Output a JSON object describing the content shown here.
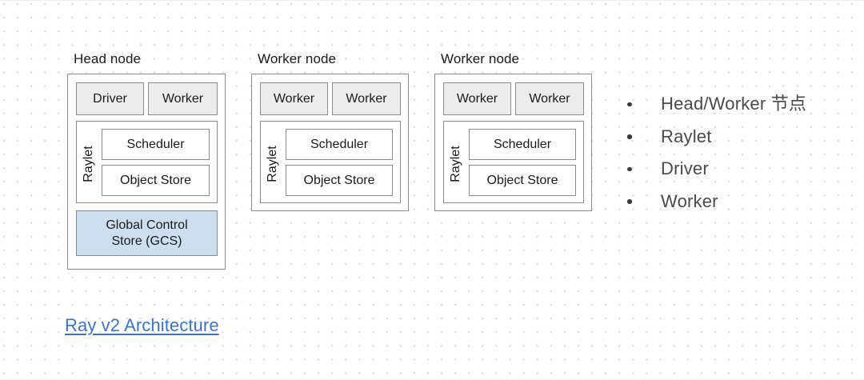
{
  "slide": {
    "background_color": "#ffffff",
    "grid_dot_color": "#d9d9dd"
  },
  "diagram": {
    "nodes": [
      {
        "caption": "Head node",
        "type": "head",
        "processes": [
          "Driver",
          "Worker"
        ],
        "raylet": {
          "label": "Raylet",
          "components": [
            "Scheduler",
            "Object Store"
          ]
        },
        "gcs": {
          "line1": "Global Control",
          "line2": "Store (GCS)",
          "color": "#cddfee"
        }
      },
      {
        "caption": "Worker node",
        "type": "worker",
        "processes": [
          "Worker",
          "Worker"
        ],
        "raylet": {
          "label": "Raylet",
          "components": [
            "Scheduler",
            "Object Store"
          ]
        }
      },
      {
        "caption": "Worker node",
        "type": "worker",
        "processes": [
          "Worker",
          "Worker"
        ],
        "raylet": {
          "label": "Raylet",
          "components": [
            "Scheduler",
            "Object Store"
          ]
        }
      }
    ]
  },
  "bullets": [
    {
      "text": "Head/Worker 节点"
    },
    {
      "text": "Raylet"
    },
    {
      "text": "Driver"
    },
    {
      "text": "Worker"
    }
  ],
  "link": {
    "label": "Ray v2 Architecture",
    "color": "#3a74d0"
  }
}
